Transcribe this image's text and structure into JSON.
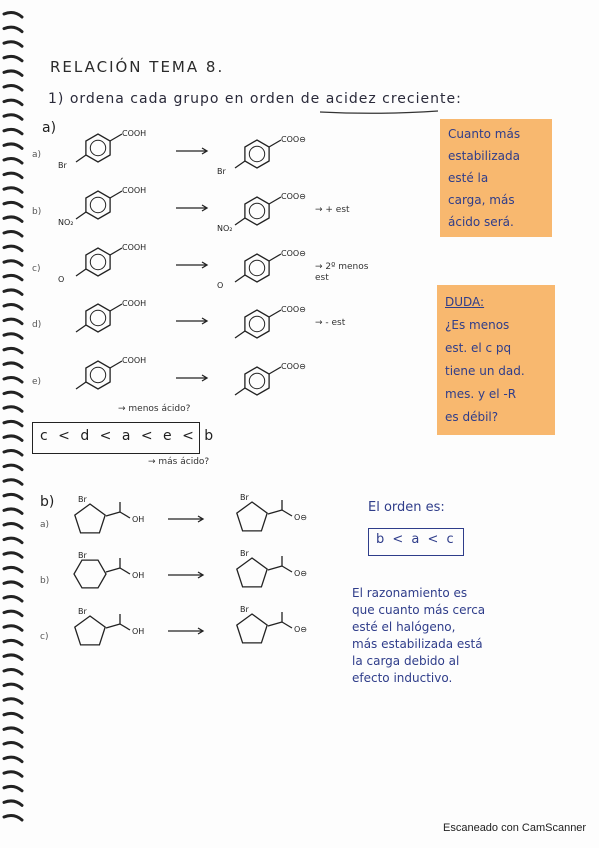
{
  "title": "RELACIÓN TEMA 8.",
  "question": "1) ordena cada grupo en orden de acidez creciente:",
  "part_a": {
    "label": "a)",
    "rows": [
      {
        "letter": "a)",
        "acid": "COOH",
        "base": "COO⊖",
        "note": "",
        "sub": "Br"
      },
      {
        "letter": "b)",
        "acid": "COOH",
        "base": "COO⊖",
        "note": "→ + est",
        "sub": "NO₂"
      },
      {
        "letter": "c)",
        "acid": "COOH",
        "base": "COO⊖",
        "note": "→ 2º menos est",
        "sub": "O"
      },
      {
        "letter": "d)",
        "acid": "COOH",
        "base": "COO⊖",
        "note": "→ - est",
        "sub": ""
      },
      {
        "letter": "e)",
        "acid": "COOH",
        "base": "COO⊖",
        "note": "",
        "sub": ""
      }
    ],
    "order": "c < d < a < e < b",
    "ann_top": "→ menos ácido?",
    "ann_bottom": "→ más ácido?"
  },
  "note1": [
    "Cuanto más",
    "estabilizada",
    "esté la",
    "carga, más",
    "ácido será."
  ],
  "note2": [
    "DUDA:",
    "¿Es menos",
    "est. el c pq",
    "tiene un dad.",
    "mes. y el -R",
    "es débil?"
  ],
  "part_b": {
    "label": "b)",
    "rows": [
      {
        "letter": "a)",
        "acid": "OH",
        "base": "O⊖",
        "sub": "Br"
      },
      {
        "letter": "b)",
        "acid": "OH",
        "base": "O⊖",
        "sub": "Br"
      },
      {
        "letter": "c)",
        "acid": "OH",
        "base": "O⊖",
        "sub": "Br"
      }
    ],
    "order_intro": "El orden es:",
    "order": "b < a < c",
    "reasoning": [
      "El razonamiento es",
      "que cuanto más cerca",
      "esté el halógeno,",
      "más estabilizada está",
      "la carga debido al",
      "efecto inductivo."
    ]
  },
  "footer": "Escaneado con CamScanner"
}
